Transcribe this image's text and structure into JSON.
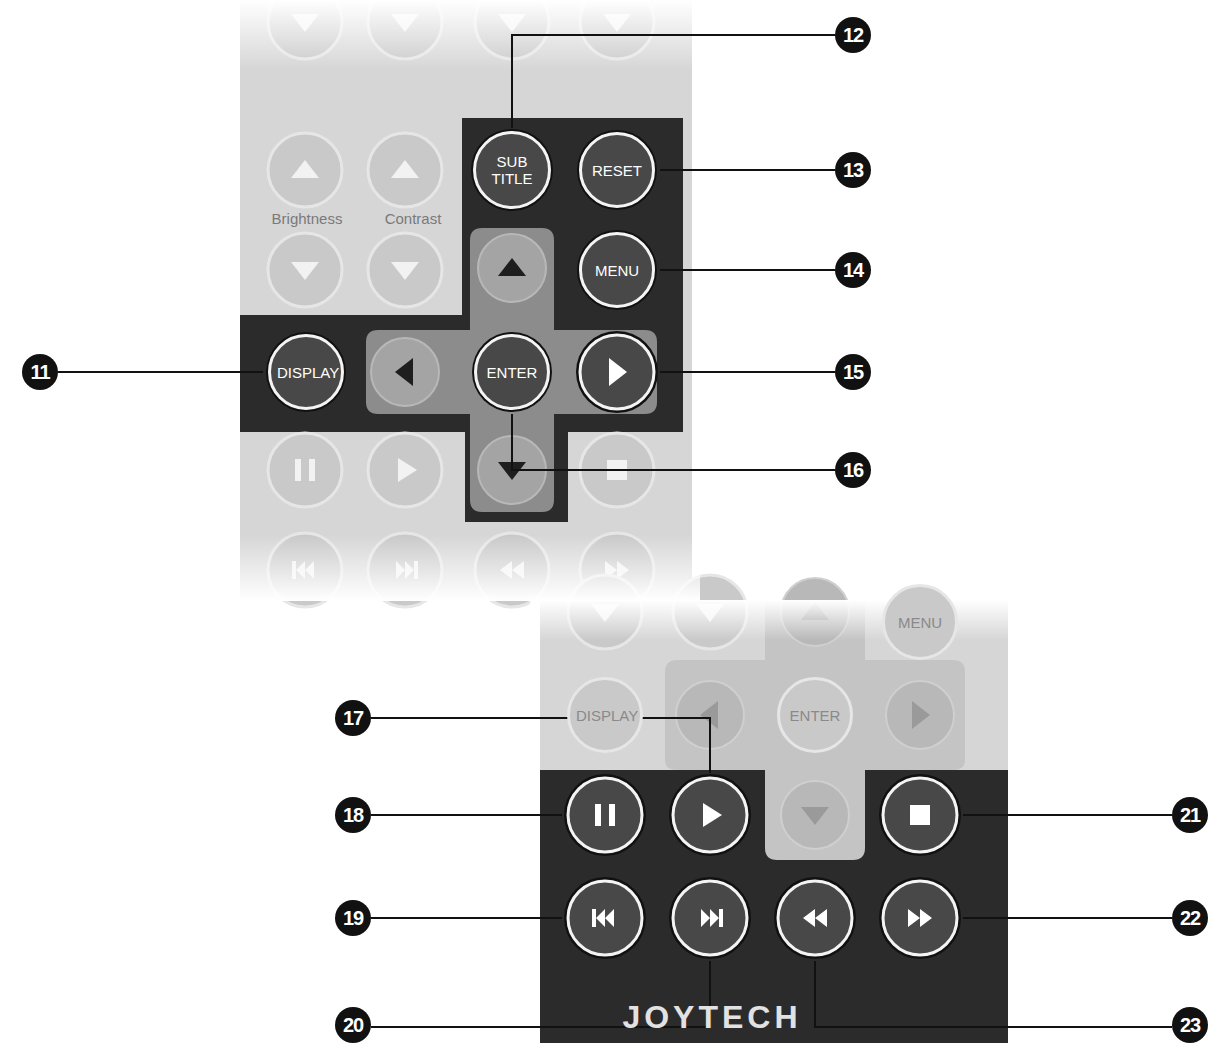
{
  "diagram": {
    "nodes": [
      {
        "text": [
          "SUB TITLE"
        ]
      },
      {
        "text": [
          "RESET"
        ]
      },
      {
        "text": [
          "MENU"
        ]
      },
      {
        "text": [
          "DISPLAY"
        ]
      },
      {
        "text": [
          "ENTER"
        ]
      },
      {
        "text": [
          "MENU"
        ]
      },
      {
        "text": [
          "DISPLAY"
        ]
      },
      {
        "text": [
          "ENTER"
        ]
      }
    ],
    "labels": [
      "12",
      "13",
      "Brightness",
      "Contrast",
      "14",
      "11",
      "15",
      "16",
      "17",
      "18",
      "21",
      "19",
      "22",
      "20",
      "23",
      "JOYTECH"
    ]
  }
}
